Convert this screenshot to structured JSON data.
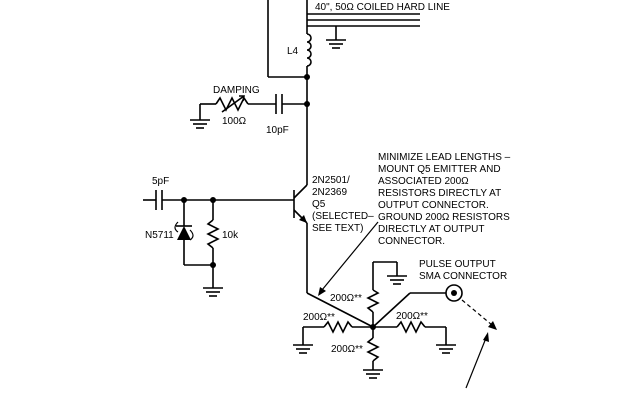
{
  "labels": {
    "coax": "40\", 50Ω COILED HARD LINE",
    "inductor": "L4",
    "damping": "DAMPING",
    "damping_res": "100Ω",
    "damping_cap": "10pF",
    "input_cap": "5pF",
    "diode": "N5711",
    "bias_res": "10k",
    "transistor": [
      "2N2501/",
      "2N2369",
      "Q5",
      "(SELECTED–",
      "SEE TEXT)"
    ],
    "note": [
      "MINIMIZE LEAD LENGTHS –",
      "MOUNT Q5 EMITTER AND",
      "ASSOCIATED 200Ω",
      "RESISTORS DIRECTLY AT",
      "OUTPUT CONNECTOR.",
      "GROUND 200Ω RESISTORS",
      "DIRECTLY AT OUTPUT",
      "CONNECTOR."
    ],
    "output": [
      "PULSE OUTPUT",
      "SMA CONNECTOR"
    ],
    "r_top": "200Ω**",
    "r_left": "200Ω**",
    "r_right": "200Ω**",
    "r_bottom": "200Ω**"
  }
}
